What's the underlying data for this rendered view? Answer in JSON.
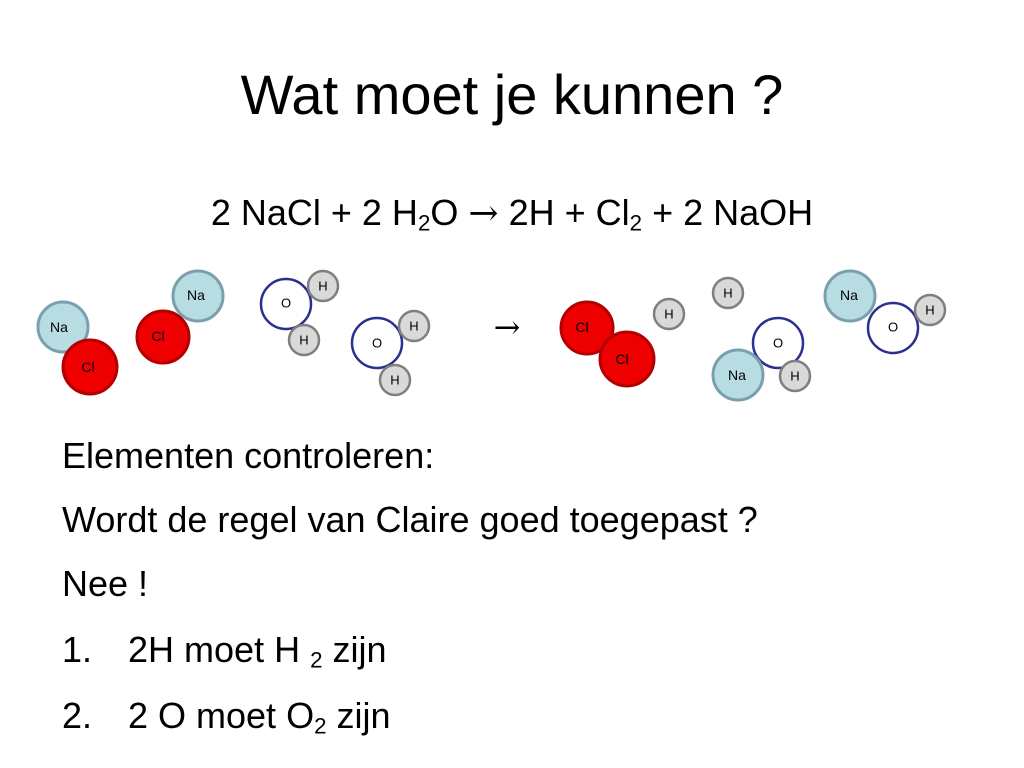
{
  "title": "Wat moet je kunnen ?",
  "equation": {
    "lhs_1": "2 NaCl + 2 H",
    "lhs_sub": "2",
    "lhs_2": "O",
    "arrow": "→",
    "rhs_1": "2H + Cl",
    "rhs_sub": "2",
    "rhs_2": "+ 2 NaOH"
  },
  "diagram": {
    "reaction_arrow": "→",
    "colors": {
      "na_fill": "#b7dde3",
      "na_stroke": "#7a9fae",
      "cl_fill": "#ee0000",
      "cl_stroke": "#b30000",
      "o_fill": "#ffffff",
      "o_stroke": "#2b2f8f",
      "h_fill": "#d9d9d9",
      "h_stroke": "#7f7f7f"
    },
    "atoms": {
      "na1": "Na",
      "cl1": "Cl",
      "cl2": "Cl",
      "na2": "Na",
      "o1": "O",
      "h1": "H",
      "h2": "H",
      "o2": "O",
      "h3": "H",
      "h4": "H",
      "cl3": "Cl",
      "cl4": "Cl",
      "h5": "H",
      "h6": "H",
      "o3": "O",
      "na3": "Na",
      "h7": "H",
      "na4": "Na",
      "o4": "O",
      "h8": "H"
    }
  },
  "body": {
    "line1": "Elementen controleren:",
    "line2": "Wordt de regel van Claire goed toegepast ?",
    "line3": "Nee !"
  },
  "list": [
    {
      "num": "1.",
      "text_a": "2H",
      "text_b": "moet H",
      "sub": "2",
      "text_c": "zijn"
    },
    {
      "num": "2.",
      "text_a": "2 O moet O",
      "sub": "2",
      "text_c": "zijn"
    }
  ]
}
